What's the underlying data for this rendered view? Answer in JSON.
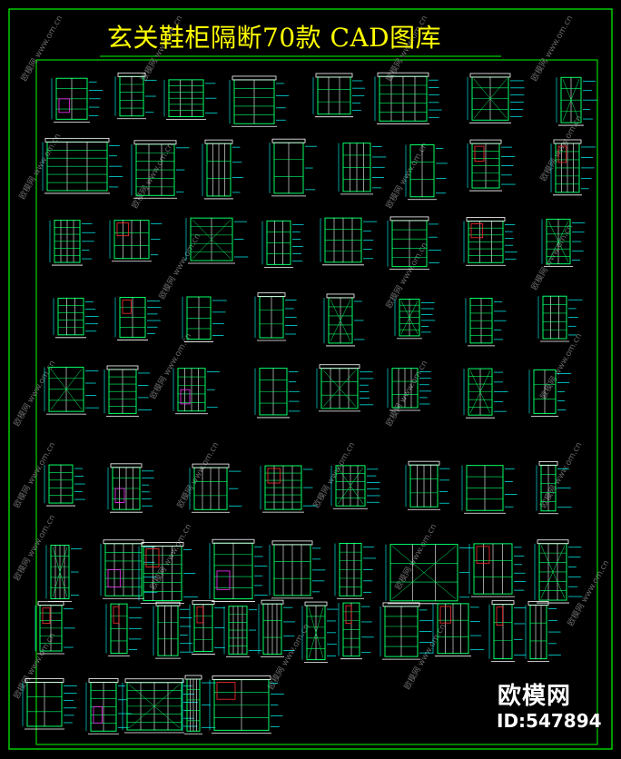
{
  "sheet": {
    "title": "玄关鞋柜隔断70款 CAD图库",
    "drawing_count": 70,
    "watermark_text": "www.om.cn",
    "watermark_logo": "欧模网"
  },
  "brand": {
    "name": "欧模网",
    "id_label": "ID:547894"
  },
  "colors": {
    "background": "#000000",
    "frame": "#00ff00",
    "title": "#ffff00",
    "line_main": "#00ff66",
    "line_secondary": "#ffffff",
    "dimension": "#00ffff",
    "accent_red": "#ff3030",
    "accent_magenta": "#ff30ff",
    "watermark": "#6a6a6a"
  },
  "icons": {
    "drawing": "cad-elevation-drawing",
    "watermark": "site-watermark"
  }
}
